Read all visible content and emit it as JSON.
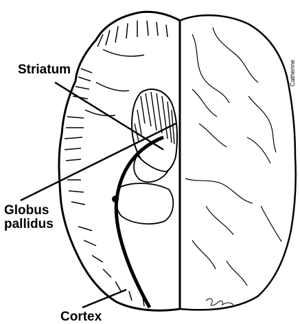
{
  "labels": {
    "striatum": "Striatum",
    "globus_line1": "Globus",
    "globus_line2": "pallidus",
    "cortex": "Cortex"
  },
  "credit": "Catherine",
  "colors": {
    "ink": "#000000",
    "paper": "#ffffff"
  }
}
